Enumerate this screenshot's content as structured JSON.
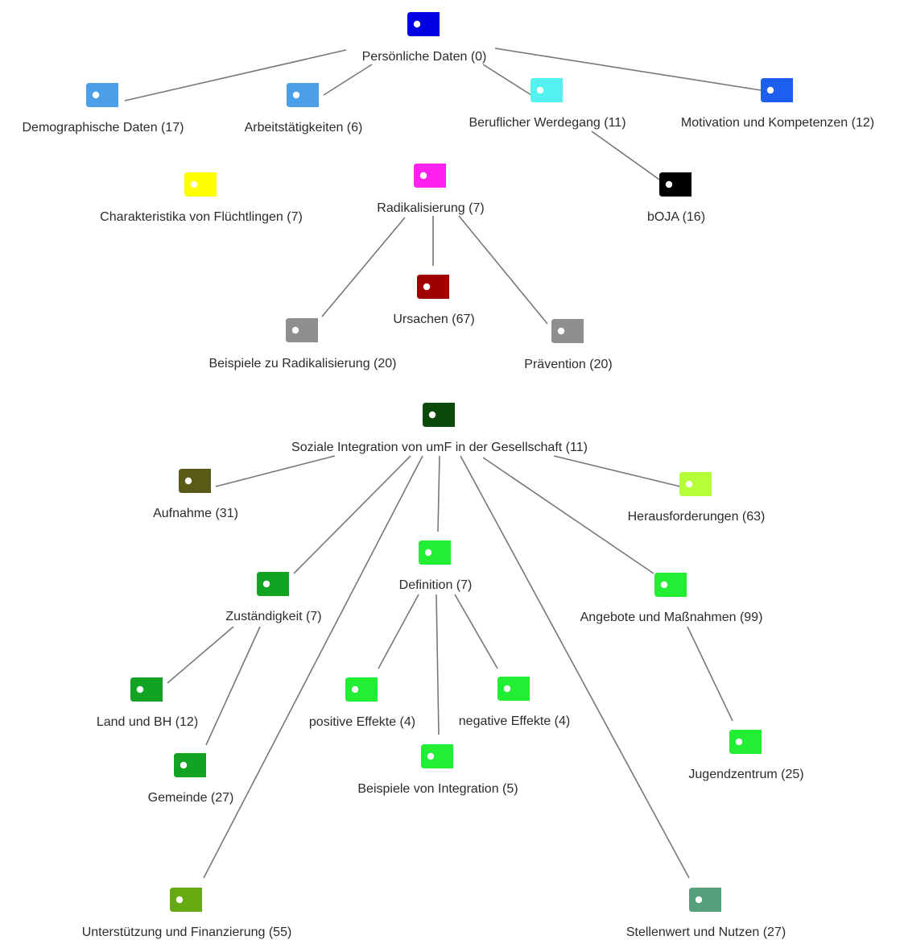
{
  "codes": [
    {
      "id": "persoenliche",
      "label": "Persönliche Daten (0)",
      "color": "#0000e0"
    },
    {
      "id": "demographisch",
      "label": "Demographische Daten (17)",
      "color": "#4a9fe8"
    },
    {
      "id": "arbeit",
      "label": "Arbeitstätigkeiten (6)",
      "color": "#4a9fe8"
    },
    {
      "id": "werdegang",
      "label": "Beruflicher Werdegang (11)",
      "color": "#55f2f2"
    },
    {
      "id": "motivation",
      "label": "Motivation und Kompetenzen (12)",
      "color": "#1e5ff0"
    },
    {
      "id": "boja",
      "label": "bOJA (16)",
      "color": "#000000"
    },
    {
      "id": "fluechtlinge",
      "label": "Charakteristika von Flüchtlingen (7)",
      "color": "#ffff00"
    },
    {
      "id": "radikal",
      "label": "Radikalisierung (7)",
      "color": "#ff22ee"
    },
    {
      "id": "ursachen",
      "label": "Ursachen (67)",
      "color": "#a00000"
    },
    {
      "id": "beispiele_radikal",
      "label": "Beispiele zu Radikalisierung (20)",
      "color": "#8e8e8e"
    },
    {
      "id": "praevention",
      "label": "Prävention (20)",
      "color": "#8e8e8e"
    },
    {
      "id": "soziale",
      "label": "Soziale Integration von umF in der Gesellschaft (11)",
      "color": "#0a4a0a"
    },
    {
      "id": "aufnahme",
      "label": "Aufnahme (31)",
      "color": "#5a5a18"
    },
    {
      "id": "herausforderungen",
      "label": "Herausforderungen (63)",
      "color": "#b5ff3a"
    },
    {
      "id": "definition",
      "label": "Definition (7)",
      "color": "#22ee33"
    },
    {
      "id": "zustaendigkeit",
      "label": "Zuständigkeit (7)",
      "color": "#11a321"
    },
    {
      "id": "angebote",
      "label": "Angebote und Maßnahmen (99)",
      "color": "#22ee33"
    },
    {
      "id": "land",
      "label": "Land und BH (12)",
      "color": "#11a321"
    },
    {
      "id": "positive",
      "label": "positive Effekte (4)",
      "color": "#22ee33"
    },
    {
      "id": "negative",
      "label": "negative Effekte (4)",
      "color": "#22ee33"
    },
    {
      "id": "gemeinde",
      "label": "Gemeinde (27)",
      "color": "#11a321"
    },
    {
      "id": "beispiele_integration",
      "label": "Beispiele von Integration (5)",
      "color": "#22ee33"
    },
    {
      "id": "jugendzentrum",
      "label": "Jugendzentrum (25)",
      "color": "#22ee33"
    },
    {
      "id": "unterstuetzung",
      "label": "Unterstützung und Finanzierung (55)",
      "color": "#66aa11"
    },
    {
      "id": "stellenwert",
      "label": "Stellenwert und Nutzen (27)",
      "color": "#55a07a"
    }
  ],
  "links": [
    {
      "from": "persoenliche",
      "to": "demographisch"
    },
    {
      "from": "persoenliche",
      "to": "arbeit"
    },
    {
      "from": "persoenliche",
      "to": "werdegang"
    },
    {
      "from": "persoenliche",
      "to": "motivation"
    },
    {
      "from": "werdegang",
      "to": "boja"
    },
    {
      "from": "radikal",
      "to": "ursachen"
    },
    {
      "from": "radikal",
      "to": "beispiele_radikal"
    },
    {
      "from": "radikal",
      "to": "praevention"
    },
    {
      "from": "soziale",
      "to": "aufnahme"
    },
    {
      "from": "soziale",
      "to": "herausforderungen"
    },
    {
      "from": "soziale",
      "to": "definition"
    },
    {
      "from": "soziale",
      "to": "zustaendigkeit"
    },
    {
      "from": "soziale",
      "to": "angebote"
    },
    {
      "from": "soziale",
      "to": "unterstuetzung"
    },
    {
      "from": "soziale",
      "to": "stellenwert"
    },
    {
      "from": "zustaendigkeit",
      "to": "land"
    },
    {
      "from": "zustaendigkeit",
      "to": "gemeinde"
    },
    {
      "from": "definition",
      "to": "positive"
    },
    {
      "from": "definition",
      "to": "negative"
    },
    {
      "from": "definition",
      "to": "beispiele_integration"
    },
    {
      "from": "angebote",
      "to": "jugendzentrum"
    }
  ]
}
